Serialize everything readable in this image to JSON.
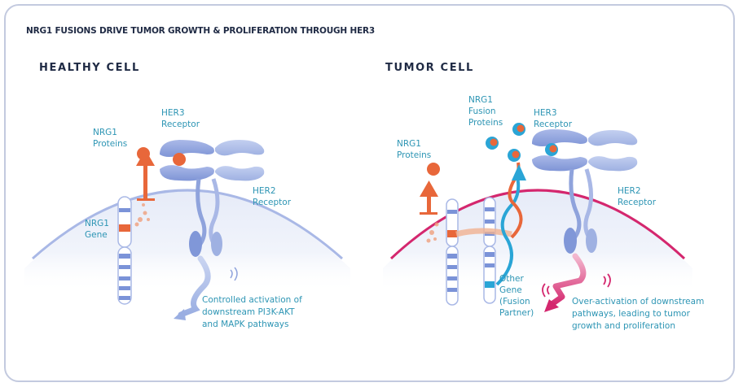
{
  "title": "NRG1 FUSIONS DRIVE TUMOR GROWTH & PROLIFERATION THROUGH HER3",
  "colors": {
    "heading": "#1f2a44",
    "label": "#2d95b4",
    "receptor": "#8fa3dc",
    "nrg1": "#e8673a",
    "fusion_partner": "#2aa5d6",
    "healthy_membrane": "#a9b8e6",
    "tumor_membrane": "#d4276e",
    "frame": "#c3cadf"
  },
  "healthy": {
    "title": "HEALTHY CELL",
    "labels": {
      "nrg1_proteins": [
        "NRG1",
        "Proteins"
      ],
      "her3_receptor": [
        "HER3",
        "Receptor"
      ],
      "her2_receptor": [
        "HER2",
        "Receptor"
      ],
      "nrg1_gene": [
        "NRG1",
        "Gene"
      ]
    },
    "caption": [
      "Controlled activation of",
      "downstream PI3K-AKT",
      "and MAPK pathways"
    ]
  },
  "tumor": {
    "title": "TUMOR CELL",
    "labels": {
      "nrg1_proteins": [
        "NRG1",
        "Proteins"
      ],
      "nrg1_fusion_proteins": [
        "NRG1",
        "Fusion",
        "Proteins"
      ],
      "her3_receptor": [
        "HER3",
        "Receptor"
      ],
      "her2_receptor": [
        "HER2",
        "Receptor"
      ],
      "other_gene": [
        "Other",
        "Gene",
        "(Fusion",
        "Partner)"
      ]
    },
    "caption": [
      "Over-activation of downstream",
      "pathways, leading to tumor",
      "growth and proliferation"
    ]
  }
}
